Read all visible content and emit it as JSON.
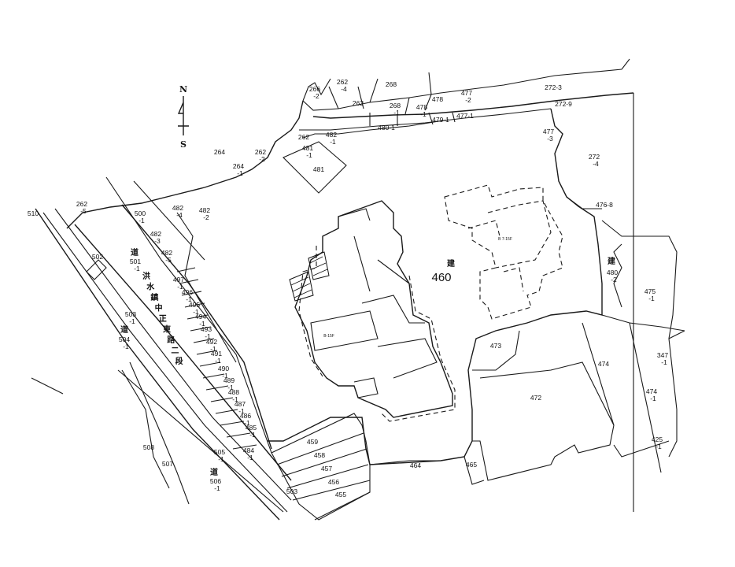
{
  "compass": {
    "north": "N",
    "south": "S"
  },
  "road": {
    "name_chars": [
      "洪",
      "水",
      "鎮",
      "中",
      "正",
      "東",
      "路",
      "二",
      "段"
    ],
    "road_marks": [
      "道",
      "道",
      "道"
    ]
  },
  "main_parcel": {
    "number": "460",
    "mark": "建"
  },
  "east_mark": "建",
  "building_labels": [
    "B 7-15F",
    "B-15F"
  ],
  "parcels": [
    {
      "l1": "266",
      "l2": "-2"
    },
    {
      "l1": "262",
      "l2": "-4"
    },
    {
      "l1": "268",
      "l2": ""
    },
    {
      "l1": "262",
      "l2": ""
    },
    {
      "l1": "268",
      "l2": "-1"
    },
    {
      "l1": "478",
      "l2": "-1"
    },
    {
      "l1": "478",
      "l2": ""
    },
    {
      "l1": "477",
      "l2": "-2"
    },
    {
      "l1": "272-3",
      "l2": ""
    },
    {
      "l1": "272-9",
      "l2": ""
    },
    {
      "l1": "477-1",
      "l2": ""
    },
    {
      "l1": "479-1",
      "l2": ""
    },
    {
      "l1": "480-1",
      "l2": ""
    },
    {
      "l1": "477",
      "l2": "-3"
    },
    {
      "l1": "272",
      "l2": "-4"
    },
    {
      "l1": "262",
      "l2": ""
    },
    {
      "l1": "482",
      "l2": "-1"
    },
    {
      "l1": "481",
      "l2": "-1"
    },
    {
      "l1": "481",
      "l2": ""
    },
    {
      "l1": "264",
      "l2": ""
    },
    {
      "l1": "262",
      "l2": "-2"
    },
    {
      "l1": "264",
      "l2": "-1"
    },
    {
      "l1": "262",
      "l2": "-5"
    },
    {
      "l1": "510",
      "l2": ""
    },
    {
      "l1": "500",
      "l2": "-1"
    },
    {
      "l1": "482",
      "l2": "-4"
    },
    {
      "l1": "482",
      "l2": "-2"
    },
    {
      "l1": "482",
      "l2": "-3"
    },
    {
      "l1": "476-8",
      "l2": ""
    },
    {
      "l1": "502",
      "l2": ""
    },
    {
      "l1": "501",
      "l2": "-1"
    },
    {
      "l1": "482",
      "l2": "-5"
    },
    {
      "l1": "480",
      "l2": "-2"
    },
    {
      "l1": "475",
      "l2": "-1"
    },
    {
      "l1": "497",
      "l2": "-1"
    },
    {
      "l1": "496",
      "l2": "-1"
    },
    {
      "l1": "495",
      "l2": "-1"
    },
    {
      "l1": "494",
      "l2": "-1"
    },
    {
      "l1": "493",
      "l2": "-1"
    },
    {
      "l1": "492",
      "l2": "-1"
    },
    {
      "l1": "491",
      "l2": "-1"
    },
    {
      "l1": "490",
      "l2": "-1"
    },
    {
      "l1": "489",
      "l2": "-1"
    },
    {
      "l1": "488",
      "l2": "-1"
    },
    {
      "l1": "487",
      "l2": "-1"
    },
    {
      "l1": "486",
      "l2": "-1"
    },
    {
      "l1": "485",
      "l2": "-1"
    },
    {
      "l1": "484",
      "l2": "-1"
    },
    {
      "l1": "503",
      "l2": "-1"
    },
    {
      "l1": "504",
      "l2": "-1"
    },
    {
      "l1": "473",
      "l2": ""
    },
    {
      "l1": "474",
      "l2": ""
    },
    {
      "l1": "347",
      "l2": "-1"
    },
    {
      "l1": "474",
      "l2": "-1"
    },
    {
      "l1": "472",
      "l2": ""
    },
    {
      "l1": "425",
      "l2": "-1"
    },
    {
      "l1": "459",
      "l2": ""
    },
    {
      "l1": "458",
      "l2": ""
    },
    {
      "l1": "457",
      "l2": ""
    },
    {
      "l1": "456",
      "l2": ""
    },
    {
      "l1": "455",
      "l2": ""
    },
    {
      "l1": "464",
      "l2": ""
    },
    {
      "l1": "465",
      "l2": ""
    },
    {
      "l1": "508",
      "l2": ""
    },
    {
      "l1": "507",
      "l2": ""
    },
    {
      "l1": "505",
      "l2": "-1"
    },
    {
      "l1": "506",
      "l2": "-1"
    },
    {
      "l1": "503",
      "l2": ""
    }
  ]
}
